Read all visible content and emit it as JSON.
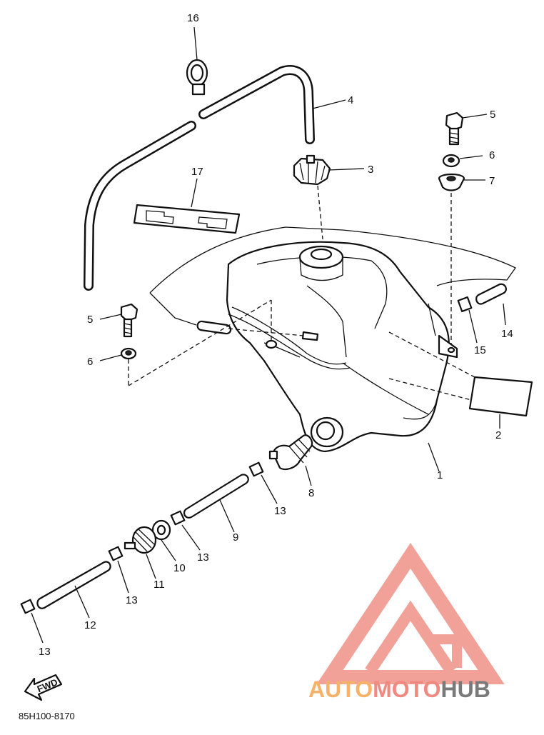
{
  "diagram": {
    "callouts": [
      "1",
      "2",
      "3",
      "4",
      "5",
      "5",
      "6",
      "6",
      "7",
      "8",
      "9",
      "10",
      "11",
      "12",
      "13",
      "13",
      "13",
      "13",
      "14",
      "15",
      "16",
      "17"
    ],
    "forward_label": "FWD",
    "code": "85H100-8170"
  },
  "watermark": {
    "part1": "AUTO",
    "part2": "MOTO",
    "part3": "HUB",
    "colors": {
      "salmon": "#f08a80",
      "orange": "#f7b26a",
      "gray": "#7a7a7a"
    }
  }
}
